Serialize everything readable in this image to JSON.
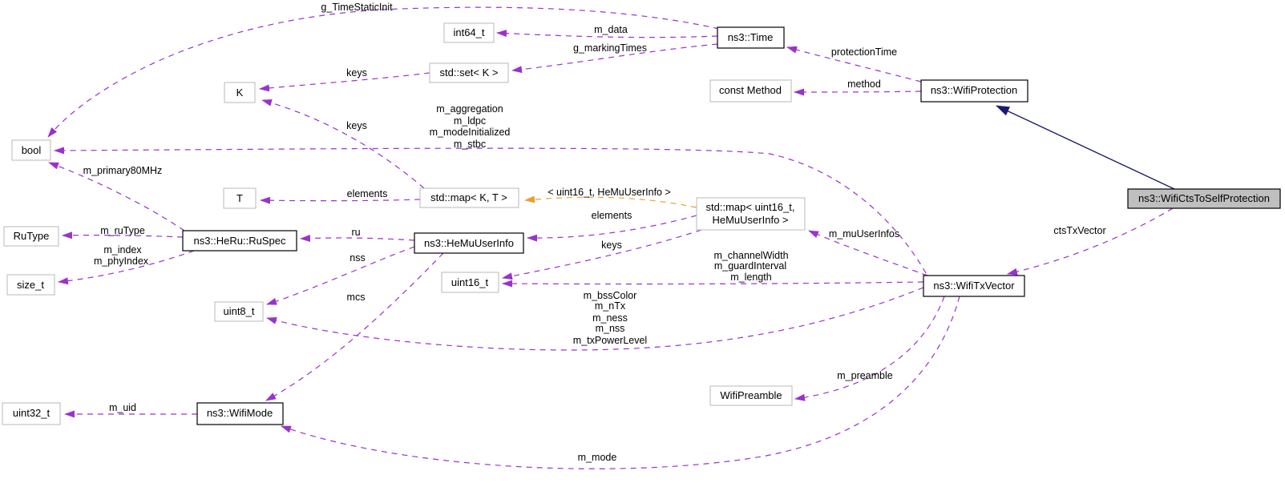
{
  "diagram": {
    "kind": "doxygen-collaboration-graph",
    "colors": {
      "usage_edge": "#9a32cd",
      "template_edge": "#ed9d2f",
      "inheritance_edge": "#191970",
      "node_fill": "#ffffff",
      "main_node_fill": "#bfbfbf",
      "plain_border": "#bebebe",
      "class_border": "#000000"
    }
  },
  "nodes": {
    "bool": {
      "label": "bool"
    },
    "k": {
      "label": "K"
    },
    "int64": {
      "label": "int64_t"
    },
    "time": {
      "label": "ns3::Time"
    },
    "set_k": {
      "label": "std::set< K >"
    },
    "const_method": {
      "label": "const Method"
    },
    "wifi_protection": {
      "label": "ns3::WifiProtection"
    },
    "t": {
      "label": "T"
    },
    "map_kt": {
      "label": "std::map< K, T >"
    },
    "map_u16": {
      "line1": "std::map< uint16_t,",
      "line2": "HeMuUserInfo >"
    },
    "rutype": {
      "label": "RuType"
    },
    "ruspec": {
      "label": "ns3::HeRu::RuSpec"
    },
    "hemuuserinfo": {
      "label": "ns3::HeMuUserInfo"
    },
    "size_t": {
      "label": "size_t"
    },
    "uint16": {
      "label": "uint16_t"
    },
    "uint8": {
      "label": "uint8_t"
    },
    "wifitxvector": {
      "label": "ns3::WifiTxVector"
    },
    "main": {
      "label": "ns3::WifiCtsToSelfProtection"
    },
    "wifipreamble": {
      "label": "WifiPreamble"
    },
    "uint32": {
      "label": "uint32_t"
    },
    "wifimode": {
      "label": "ns3::WifiMode"
    }
  },
  "edges": {
    "g_time_static_init": {
      "label": "g_TimeStaticInit"
    },
    "m_data": {
      "label": "m_data"
    },
    "g_marking_times": {
      "label": "g_markingTimes"
    },
    "keys_set": {
      "label": "keys"
    },
    "protection_time": {
      "label": "protectionTime"
    },
    "method": {
      "label": "method"
    },
    "keys_map_kt": {
      "label": "keys"
    },
    "wifitx_bool": {
      "labels": [
        "m_aggregation",
        "m_ldpc",
        "m_modeInitialized",
        "m_stbc"
      ]
    },
    "m_primary80mhz": {
      "label": "m_primary80MHz"
    },
    "elements_t": {
      "label": "elements"
    },
    "template_args": {
      "label": "< uint16_t, HeMuUserInfo >"
    },
    "elements_map_u16": {
      "label": "elements"
    },
    "m_rutype": {
      "label": "m_ruType"
    },
    "ruspec_size": {
      "labels": [
        "m_index",
        "m_phyIndex"
      ]
    },
    "ru": {
      "label": "ru"
    },
    "nss": {
      "label": "nss"
    },
    "mcs": {
      "label": "mcs"
    },
    "keys_map_u16": {
      "label": "keys"
    },
    "wifitx_uint16": {
      "labels": [
        "m_channelWidth",
        "m_guardInterval",
        "m_length"
      ]
    },
    "m_mu_user_infos": {
      "label": "m_muUserInfos"
    },
    "wifitx_uint8": {
      "labels": [
        "m_bssColor",
        "m_nTx",
        "m_ness",
        "m_nss",
        "m_txPowerLevel"
      ]
    },
    "cts_tx_vector": {
      "label": "ctsTxVector"
    },
    "m_preamble": {
      "label": "m_preamble"
    },
    "m_uid": {
      "label": "m_uid"
    },
    "m_mode": {
      "label": "m_mode"
    }
  }
}
